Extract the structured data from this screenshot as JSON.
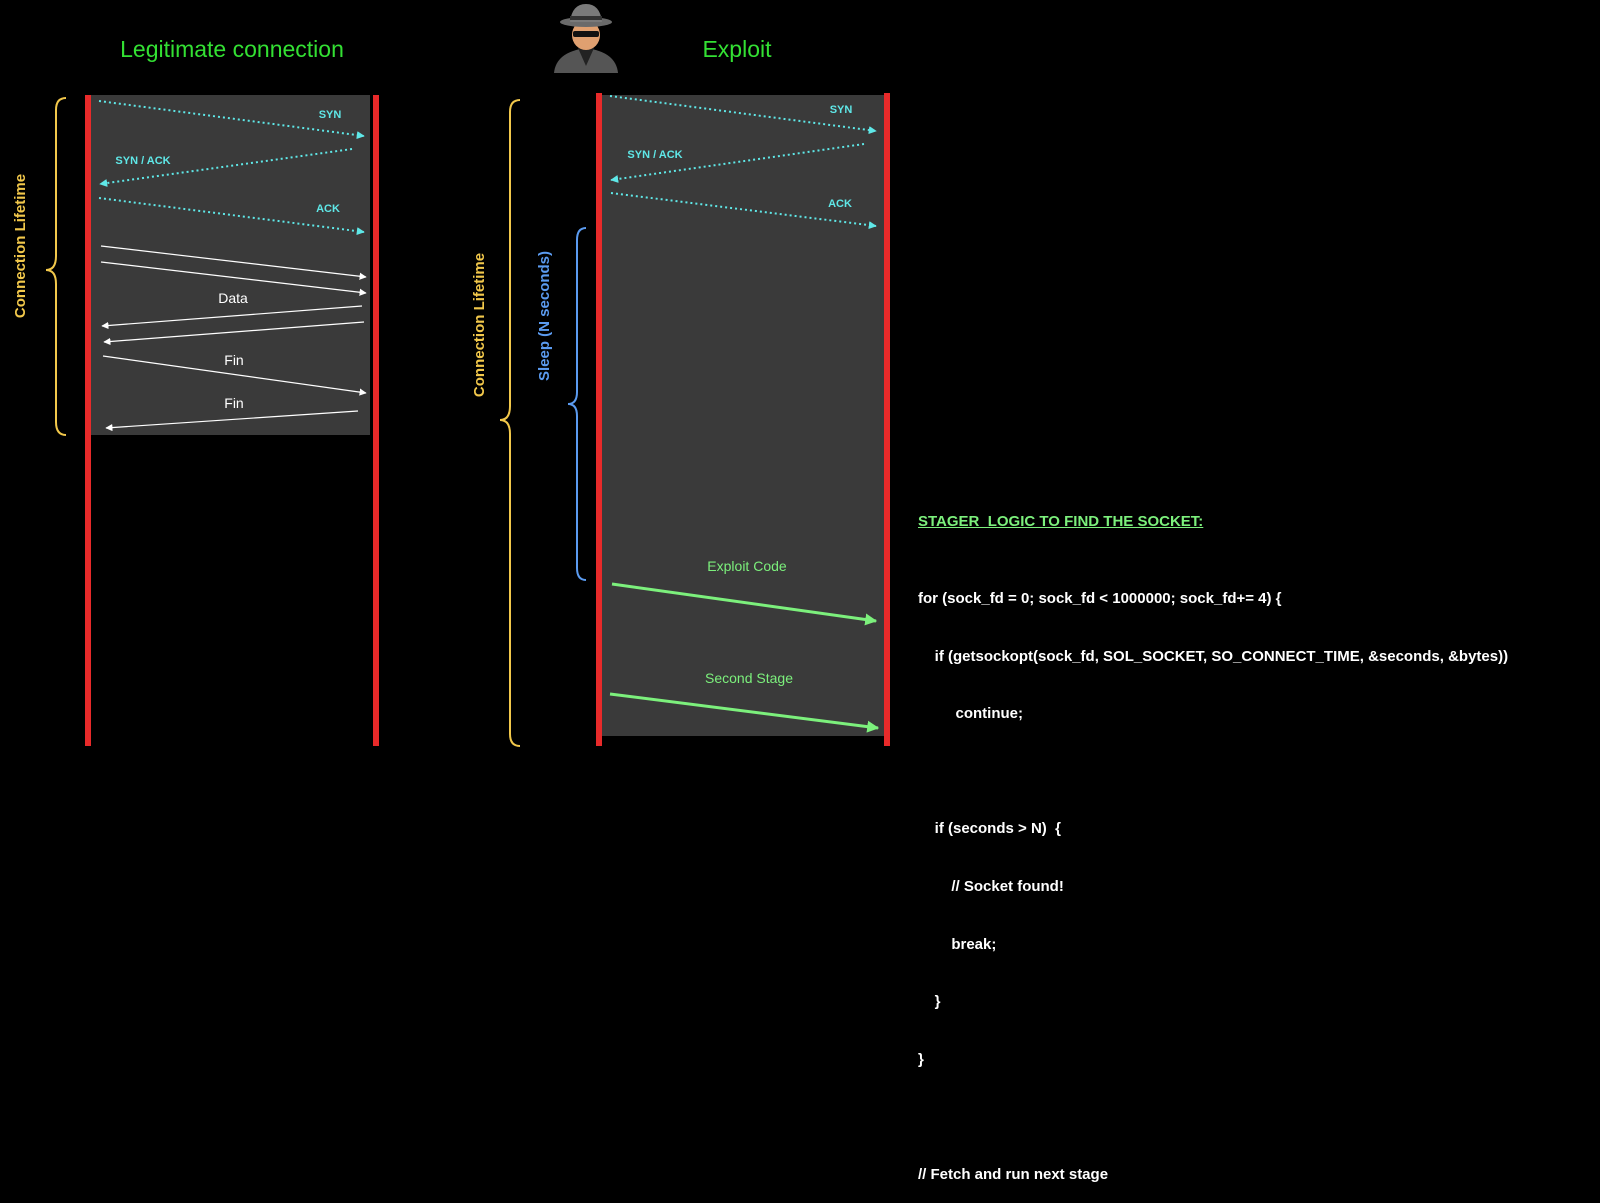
{
  "left_panel": {
    "title": "Legitimate connection",
    "lifetime_label": "Connection Lifetime",
    "messages": {
      "syn": "SYN",
      "syn_ack": "SYN / ACK",
      "ack": "ACK",
      "data": "Data",
      "fin1": "Fin",
      "fin2": "Fin"
    }
  },
  "right_panel": {
    "title": "Exploit",
    "lifetime_label": "Connection Lifetime",
    "sleep_label": "Sleep (N seconds)",
    "messages": {
      "syn": "SYN",
      "syn_ack": "SYN / ACK",
      "ack": "ACK",
      "exploit_code": "Exploit Code",
      "second_stage": "Second Stage"
    }
  },
  "code": {
    "title": "STAGER  LOGIC TO FIND THE SOCKET:",
    "lines": [
      "for (sock_fd = 0; sock_fd < 1000000; sock_fd+= 4) {",
      "    if (getsockopt(sock_fd, SOL_SOCKET, SO_CONNECT_TIME, &seconds, &bytes))",
      "         continue;",
      "",
      "    if (seconds > N)  {",
      "        // Socket found!",
      "        break;",
      "    }",
      "}",
      "",
      "// Fetch and run next stage"
    ]
  },
  "colors": {
    "title_green": "#33E033",
    "red_line": "#E82A2A",
    "cyan": "#5FE8E8",
    "brace_yellow": "#F2C84B",
    "sleep_blue": "#5B9BF0",
    "light_green": "#7CF07C",
    "panel_gray": "#3A3A3A"
  },
  "icons": {
    "attacker": "hacker-avatar-icon"
  }
}
